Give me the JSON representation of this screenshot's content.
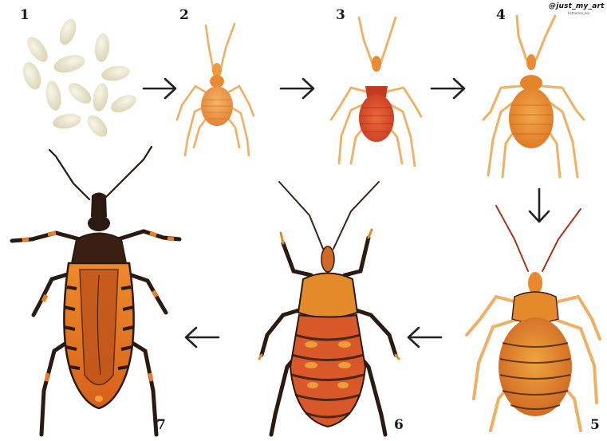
{
  "stages": [
    {
      "number": "1",
      "subject": "eggs"
    },
    {
      "number": "2",
      "subject": "first instar nymph"
    },
    {
      "number": "3",
      "subject": "second instar nymph"
    },
    {
      "number": "4",
      "subject": "third instar nymph"
    },
    {
      "number": "5",
      "subject": "fourth instar nymph"
    },
    {
      "number": "6",
      "subject": "fifth instar nymph"
    },
    {
      "number": "7",
      "subject": "adult"
    }
  ],
  "credit": {
    "handle": "@just_my_art",
    "sub": "katherine_bio"
  },
  "colors": {
    "egg": "#ebe7cf",
    "nymph_light": "#f0a24a",
    "nymph_mid": "#e2772b",
    "nymph_red": "#c23a1f",
    "leg": "#f1b866",
    "dark": "#2a1a12",
    "adult_orange": "#e7731f",
    "arrow": "#222222"
  }
}
